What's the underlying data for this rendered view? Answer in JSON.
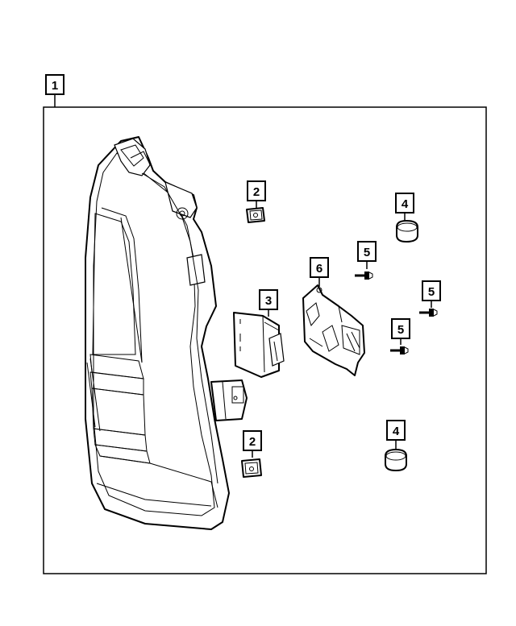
{
  "diagram": {
    "callouts": {
      "assembly": "1",
      "clip_upper": "2",
      "clip_lower": "2",
      "module": "3",
      "nut_upper": "4",
      "nut_lower": "4",
      "screw_a": "5",
      "screw_b": "5",
      "screw_c": "5",
      "bracket": "6"
    },
    "colors": {
      "line": "#000000",
      "background": "#ffffff"
    }
  }
}
